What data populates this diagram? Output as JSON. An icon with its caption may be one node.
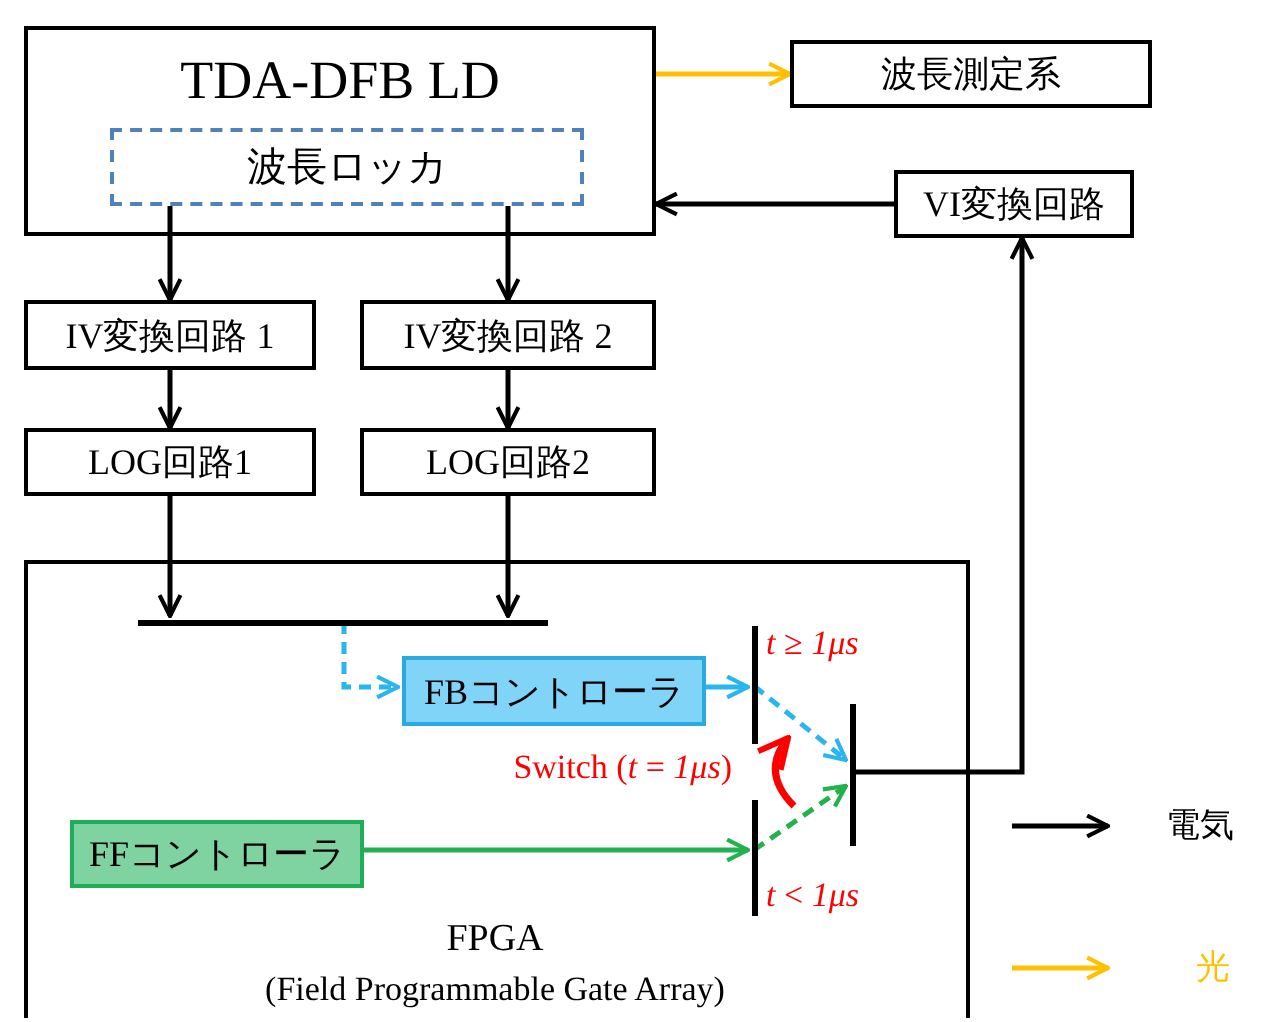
{
  "diagram": {
    "nodes": [
      {
        "text": [
          "TDA-DFB LD"
        ]
      },
      {
        "text": [
          "波長ロッカ"
        ],
        "in": 0
      },
      {
        "text": [
          "波長測定系"
        ]
      },
      {
        "text": [
          "VI変換回路"
        ]
      },
      {
        "text": [
          "IV変換回路 1"
        ]
      },
      {
        "text": [
          "IV変換回路 2"
        ]
      },
      {
        "text": [
          "LOG回路1"
        ]
      },
      {
        "text": [
          "LOG回路2"
        ]
      },
      {
        "text": [
          "FPGA",
          "(Field Programmable Gate Array)"
        ]
      },
      {
        "text": [],
        "shape": "bar",
        "in": 8
      },
      {
        "text": [
          "FBコントローラ"
        ],
        "in": 8
      },
      {
        "text": [
          "FFコントローラ"
        ],
        "in": 8
      },
      {
        "text": [],
        "shape": "bar",
        "in": 8
      },
      {
        "text": [],
        "shape": "bar",
        "in": 8
      },
      {
        "text": [],
        "shape": "bar",
        "in": 8
      }
    ],
    "edges": [
      {
        "from": 0,
        "to": 2,
        "arrow": "to",
        "color": "#ffc000"
      },
      {
        "from": 3,
        "to": 0,
        "arrow": "to"
      },
      {
        "from": 1,
        "to": 4,
        "arrow": "to"
      },
      {
        "from": 1,
        "to": 5,
        "arrow": "to"
      },
      {
        "from": 4,
        "to": 6,
        "arrow": "to"
      },
      {
        "from": 5,
        "to": 7,
        "arrow": "to"
      },
      {
        "from": 6,
        "to": 9,
        "arrow": "to"
      },
      {
        "from": 7,
        "to": 9,
        "arrow": "to"
      },
      {
        "from": 9,
        "to": 10,
        "arrow": "to",
        "style": "dashed",
        "color": "#29b6f0"
      },
      {
        "from": 10,
        "to": 12,
        "arrow": "to",
        "color": "#29b6f0"
      },
      {
        "from": 11,
        "to": 13,
        "arrow": "to",
        "color": "#22b14c"
      },
      {
        "from": 12,
        "to": 14,
        "arrow": "to",
        "style": "dashed",
        "color": "#29b6f0"
      },
      {
        "from": 13,
        "to": 14,
        "arrow": "to",
        "style": "dashed",
        "color": "#22b14c"
      },
      {
        "from": 14,
        "to": 3,
        "arrow": "to"
      }
    ],
    "labels": [
      "*t* ≥ *1μs*",
      "Switch (*t* = *1μs*)",
      "*t* < *1μs*"
    ],
    "legend": [
      {
        "text": "電気"
      },
      {
        "text": "光"
      }
    ]
  }
}
